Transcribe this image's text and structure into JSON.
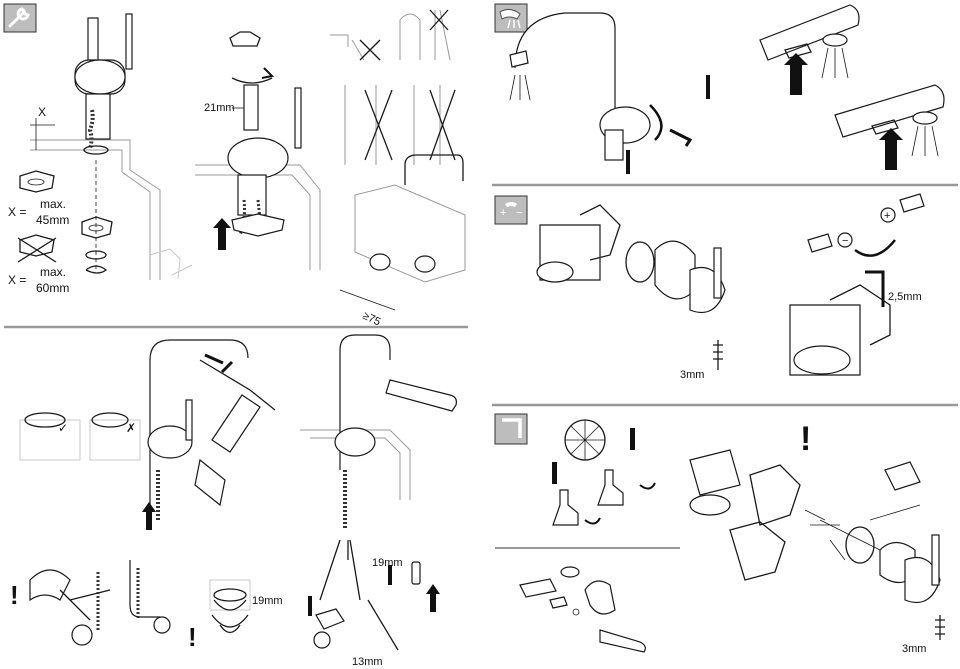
{
  "labels": {
    "x_symbol": "X",
    "x_eq_1": "X =",
    "x_max_1a": "max.",
    "x_max_1b": "45mm",
    "x_eq_2": "X =",
    "x_max_2a": "max.",
    "x_max_2b": "60mm",
    "wrench_21": "21mm",
    "dist_75": "≥75",
    "hex_2_5": "2,5mm",
    "size_3mm_a": "3mm",
    "size_3mm_b": "3mm",
    "size_19mm_a": "19mm",
    "size_19mm_b": "19mm",
    "size_13mm": "13mm"
  },
  "symbols": {
    "plus": "+",
    "minus": "−",
    "check": "✓",
    "cross": "✗",
    "warning": "!"
  },
  "icons": [
    "wrench-icon",
    "spray-icon",
    "hot-cold-icon",
    "hex-key-icon",
    "thermometer-icon",
    "warning-icon"
  ]
}
